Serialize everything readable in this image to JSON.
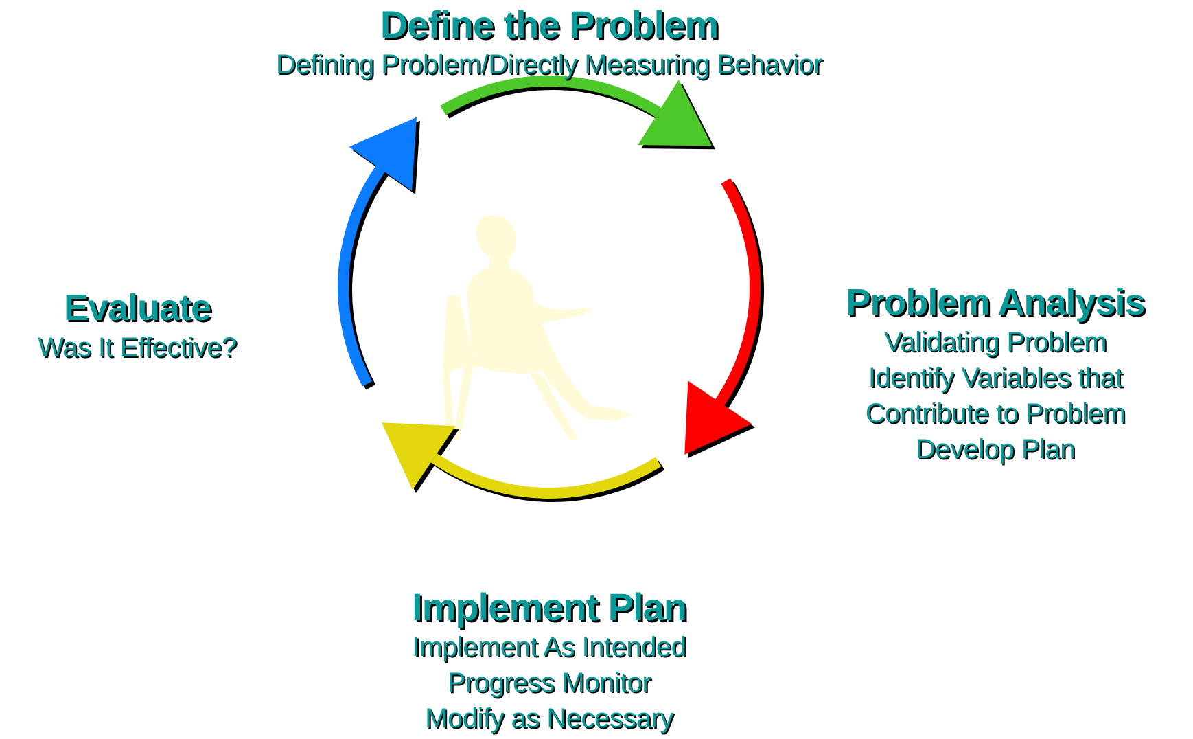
{
  "colors": {
    "text": "#0a9a9a",
    "text_shadow": "#000000",
    "define_arrow": "#4cc929",
    "analysis_arrow": "#ff0000",
    "implement_arrow": "#e2d80c",
    "evaluate_arrow": "#0a7cff",
    "student_figure": "#fffbd8"
  },
  "steps": {
    "define": {
      "title": "Define the Problem",
      "lines": [
        "Defining Problem/Directly Measuring Behavior"
      ]
    },
    "analysis": {
      "title": "Problem Analysis",
      "lines": [
        "Validating Problem",
        "Identify Variables that",
        "Contribute to Problem",
        "Develop Plan"
      ]
    },
    "implement": {
      "title": "Implement Plan",
      "lines": [
        "Implement As Intended",
        "Progress Monitor",
        "Modify as Necessary"
      ]
    },
    "evaluate": {
      "title": "Evaluate",
      "lines": [
        "Was It Effective?"
      ]
    }
  },
  "icons": {
    "center": "student-at-desk-icon",
    "arrow": "curved-arrow-icon"
  }
}
